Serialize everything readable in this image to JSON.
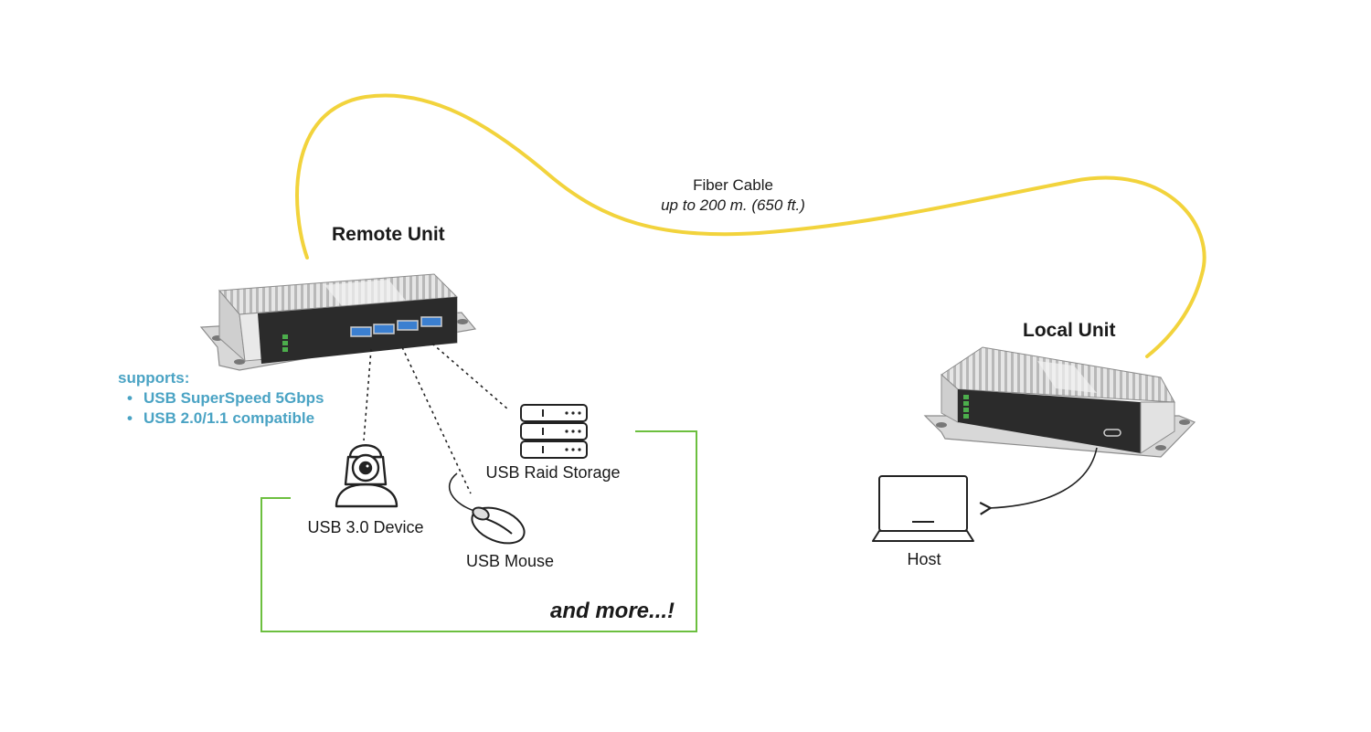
{
  "units": {
    "remote": "Remote Unit",
    "local": "Local Unit"
  },
  "cable": {
    "line1": "Fiber Cable",
    "line2": "up to 200 m. (650 ft.)",
    "color": "#f2d33c"
  },
  "supports": {
    "heading": "supports:",
    "items": [
      "USB SuperSpeed 5Gbps",
      "USB 2.0/1.1 compatible"
    ],
    "color": "#4aa3c4"
  },
  "devices": {
    "camera": "USB 3.0 Device",
    "mouse": "USB Mouse",
    "storage": "USB Raid Storage",
    "host": "Host"
  },
  "more": "and more...!",
  "bracket_color": "#6cbf3f",
  "port_color": "#3b7fd0"
}
